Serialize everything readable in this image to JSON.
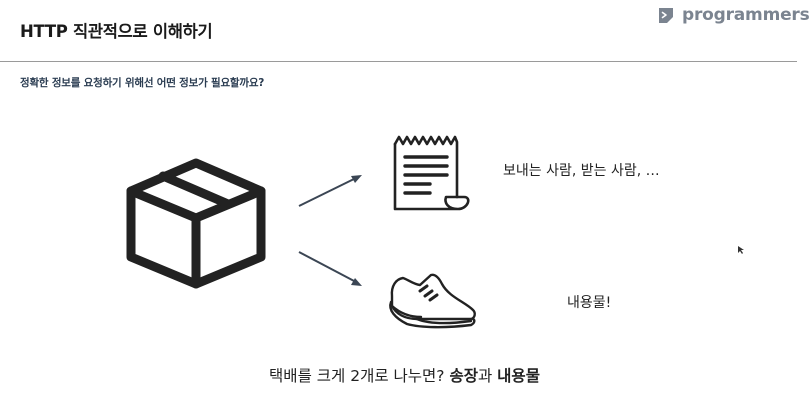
{
  "header": {
    "title": "HTTP 직관적으로 이해하기",
    "logo_text": "programmers"
  },
  "question": "정확한 정보를 요청하기 위해선 어떤 정보가 필요할까요?",
  "diagram": {
    "sender_label": "보내는 사람, 받는 사람, …",
    "contents_label": "내용물!"
  },
  "bottom": {
    "prefix": "택배를 크게 2개로 나누면? ",
    "bold1": "송장",
    "middle": "과 ",
    "bold2": "내용물"
  },
  "colors": {
    "logo": "#7b8490",
    "question": "#2b3d52",
    "arrow": "#3b4654"
  },
  "icons": [
    "box-icon",
    "receipt-icon",
    "shoe-icon",
    "arrow-icon",
    "cursor-icon"
  ]
}
